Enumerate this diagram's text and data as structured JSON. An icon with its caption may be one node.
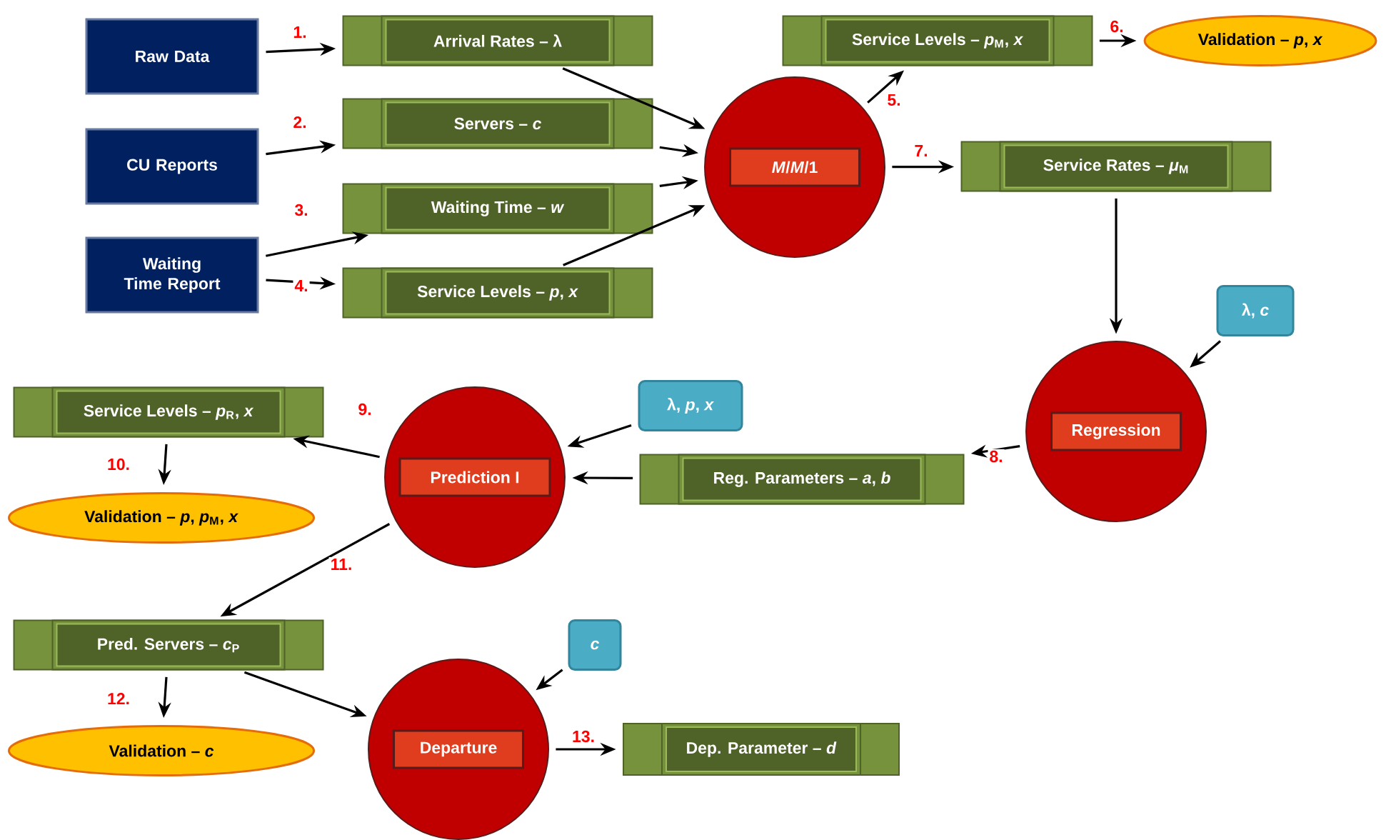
{
  "diagram": {
    "nodes": [
      {
        "text": [
          "Raw Data"
        ]
      },
      {
        "text": [
          "CU Reports"
        ]
      },
      {
        "text": [
          "Waiting Time Report"
        ]
      },
      {
        "text": [
          "Arrival Rates – λ"
        ]
      },
      {
        "text": [
          "Servers – *c*"
        ]
      },
      {
        "text": [
          "Waiting Time – *w*"
        ]
      },
      {
        "text": [
          "Service Levels – *p*, *x*"
        ]
      },
      {
        "text": [
          "*M*/*M*/1"
        ]
      },
      {
        "text": [
          "Service Levels – *p*$_{M}$, *x*"
        ]
      },
      {
        "text": [
          "Validation – *p*, *x*"
        ]
      },
      {
        "text": [
          "Service Rates – *μ*$_{M}$"
        ]
      },
      {
        "text": [
          "λ, *c*"
        ]
      },
      {
        "text": [
          "Regression"
        ]
      },
      {
        "text": [
          "λ, *p*, *x*"
        ]
      },
      {
        "text": [
          "Reg. Parameters – *a*, *b*"
        ]
      },
      {
        "text": [
          "Prediction I"
        ]
      },
      {
        "text": [
          "Service Levels – *p*$_{R}$, *x*"
        ]
      },
      {
        "text": [
          "Validation – *p*, *p*$_{M}$, *x*"
        ]
      },
      {
        "text": [
          "Pred. Servers – *c*$_{P}$"
        ]
      },
      {
        "text": [
          "Validation – *c*"
        ]
      },
      {
        "text": [
          "*c*"
        ]
      },
      {
        "text": [
          "Departure"
        ]
      },
      {
        "text": [
          "Dep. Parameter – *d*"
        ]
      }
    ],
    "edges": [
      {
        "from": 0,
        "to": 3,
        "arrow": "to",
        "label": "1."
      },
      {
        "from": 1,
        "to": 4,
        "arrow": "to",
        "label": "2."
      },
      {
        "from": 2,
        "to": 5,
        "arrow": "to",
        "label": "3."
      },
      {
        "from": 2,
        "to": 6,
        "arrow": "to",
        "label": "4."
      },
      {
        "from": 3,
        "to": 7,
        "arrow": "to"
      },
      {
        "from": 4,
        "to": 7,
        "arrow": "to"
      },
      {
        "from": 5,
        "to": 7,
        "arrow": "to"
      },
      {
        "from": 6,
        "to": 7,
        "arrow": "to"
      },
      {
        "from": 7,
        "to": 8,
        "arrow": "to",
        "label": "5."
      },
      {
        "from": 8,
        "to": 9,
        "arrow": "to",
        "label": "6."
      },
      {
        "from": 7,
        "to": 10,
        "arrow": "to",
        "label": "7."
      },
      {
        "from": 10,
        "to": 12,
        "arrow": "to"
      },
      {
        "from": 11,
        "to": 12,
        "arrow": "to"
      },
      {
        "from": 12,
        "to": 14,
        "arrow": "to",
        "label": "8."
      },
      {
        "from": 14,
        "to": 15,
        "arrow": "to"
      },
      {
        "from": 13,
        "to": 15,
        "arrow": "to"
      },
      {
        "from": 15,
        "to": 16,
        "arrow": "to",
        "label": "9."
      },
      {
        "from": 16,
        "to": 17,
        "arrow": "to",
        "label": "10."
      },
      {
        "from": 15,
        "to": 18,
        "arrow": "to",
        "label": "11."
      },
      {
        "from": 18,
        "to": 21,
        "arrow": "to"
      },
      {
        "from": 20,
        "to": 21,
        "arrow": "to"
      },
      {
        "from": 18,
        "to": 19,
        "arrow": "to",
        "label": "12."
      },
      {
        "from": 21,
        "to": 22,
        "arrow": "to",
        "label": "13."
      }
    ]
  }
}
